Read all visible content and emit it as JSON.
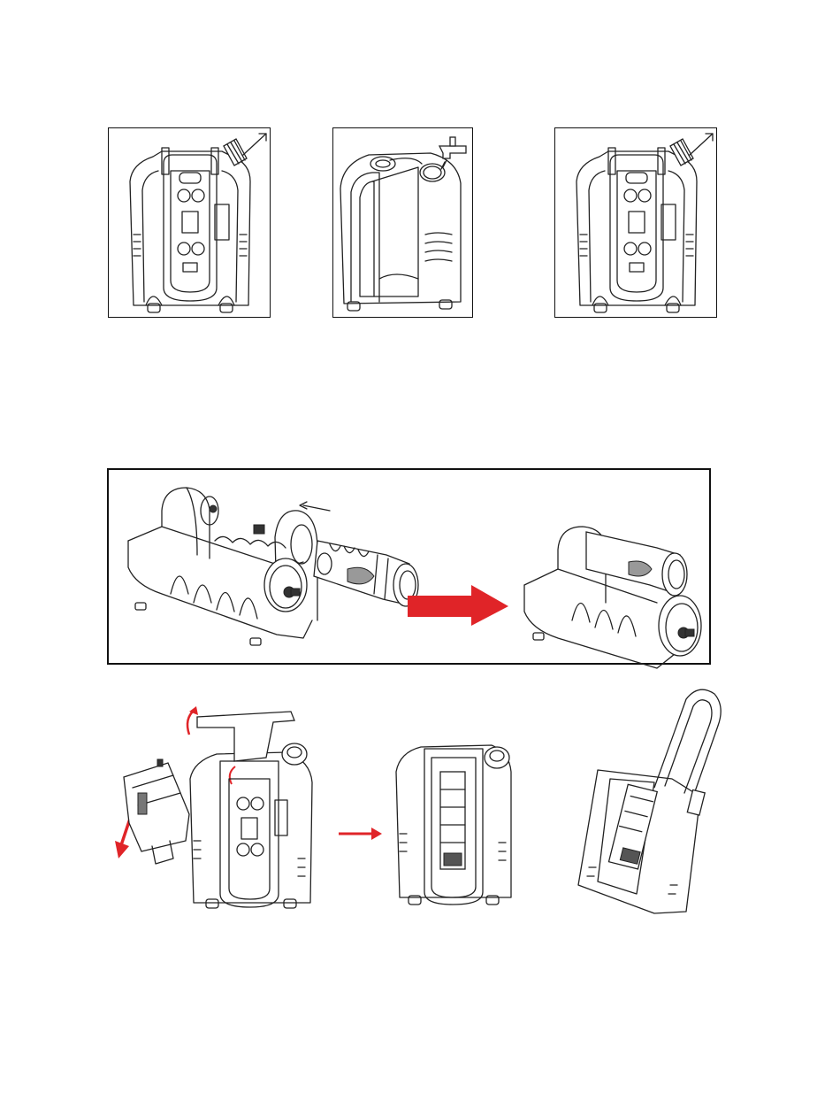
{
  "page": {
    "accent_color": "#e02428",
    "line_color": "#222222",
    "figures": [
      {
        "name": "tank-cap-removal-1",
        "icon": "arrow-up-right-icon"
      },
      {
        "name": "tank-filling-from-tap",
        "icon": "tap-icon"
      },
      {
        "name": "tank-cap-removal-2",
        "icon": "arrow-up-right-icon"
      },
      {
        "name": "pump-cartridge-insertion",
        "icon": "red-arrow-right-icon"
      },
      {
        "name": "pump-unit-installation",
        "icon": "red-arrow-right-icon"
      }
    ]
  }
}
